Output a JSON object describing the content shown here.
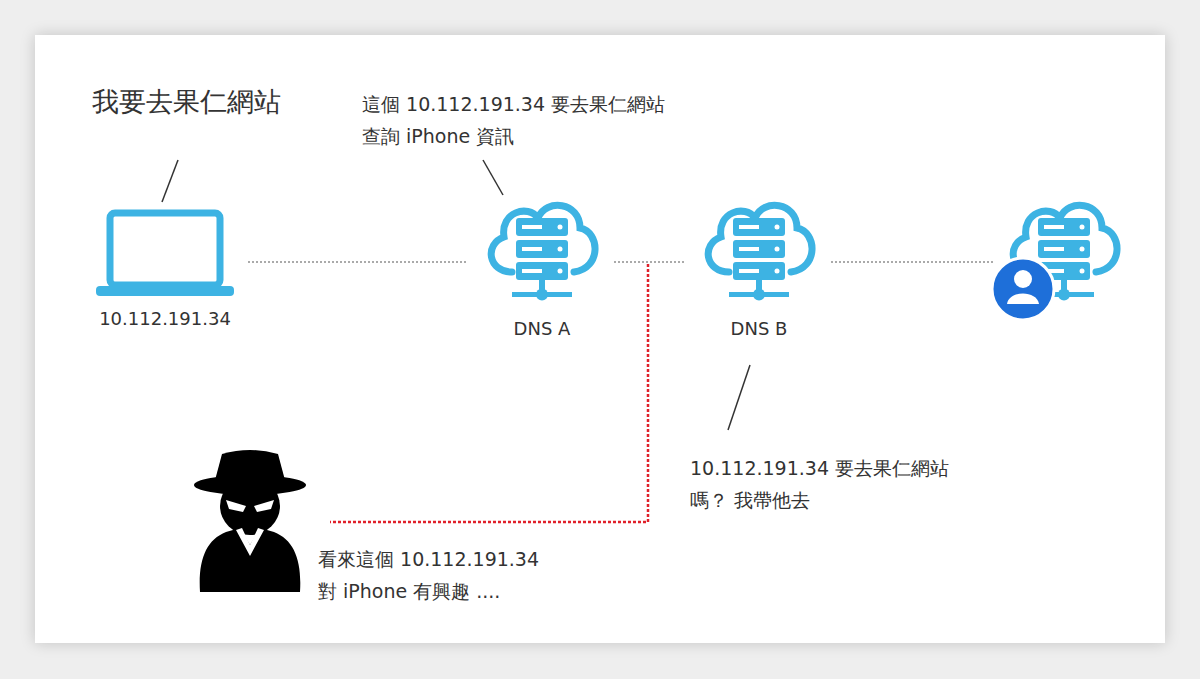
{
  "diagram": {
    "nodes": [
      {
        "text": [
          "10.112.191.34"
        ]
      },
      {
        "text": [
          "DNS A"
        ]
      },
      {
        "text": [
          "DNS B"
        ]
      },
      {
        "text": []
      }
    ],
    "edges": [
      {
        "from": 0,
        "to": 1,
        "arrow": "none"
      },
      {
        "from": 1,
        "to": 2,
        "arrow": "none"
      },
      {
        "from": 2,
        "to": 3,
        "arrow": "none"
      }
    ],
    "labels": [
      "我要去果仁網站",
      "這個 10.112.191.34 要去果仁網站查詢 iPhone 資訊",
      "10.112.191.34 要去果仁網站嗎？ 我帶他去",
      "看來這個 10.112.191.34 對 iPhone 有興趣 ...."
    ]
  }
}
